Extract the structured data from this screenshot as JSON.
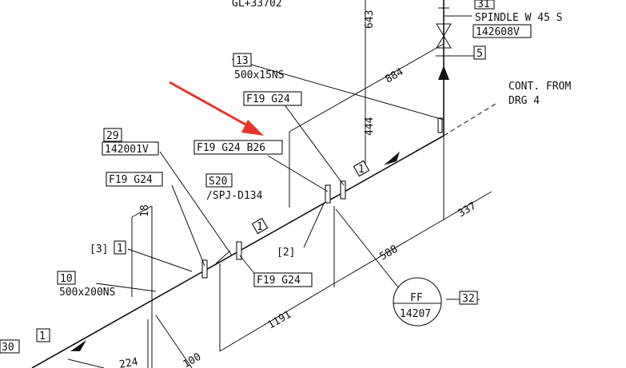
{
  "drawing": {
    "top_text": "GL+33702",
    "spindle": {
      "tag": "31",
      "text": "SPINDLE W 45 S",
      "code": "142608V"
    },
    "tag_5": "5",
    "tag_13": "13",
    "size_500x15": "500x15NS",
    "f19_g24_top": "F19 G24",
    "cont_from_line1": "CONT. FROM",
    "cont_from_line2": "DRG 4",
    "tag_29": "29",
    "code_142001v": "142001V",
    "f19_g24_b26": "F19 G24 B26",
    "f19_g24_left": "F19 G24",
    "s20": "S20",
    "spj": "/SPJ-D134",
    "tag_18": "18",
    "bracket_3": "[3]",
    "tag_1_a": "1",
    "tag_1_b": "1",
    "tag_1_c": "1",
    "tag_1_d": "1",
    "bracket_2": "[2]",
    "f19_g24_bottom": "F19 G24",
    "tag_10": "10",
    "size_500x200": "500x200NS",
    "ff_top": "FF",
    "ff_bottom": "14207",
    "tag_32": "32",
    "tag_30": "30",
    "dims": {
      "d643": "643",
      "d884": "884",
      "d444": "444",
      "d337": "337",
      "d588": "588",
      "d1191": "1191",
      "d224": "224",
      "d100": "100"
    }
  },
  "colors": {
    "line": "#111111",
    "arrow": "#e8342a",
    "background": "#ffffff"
  }
}
